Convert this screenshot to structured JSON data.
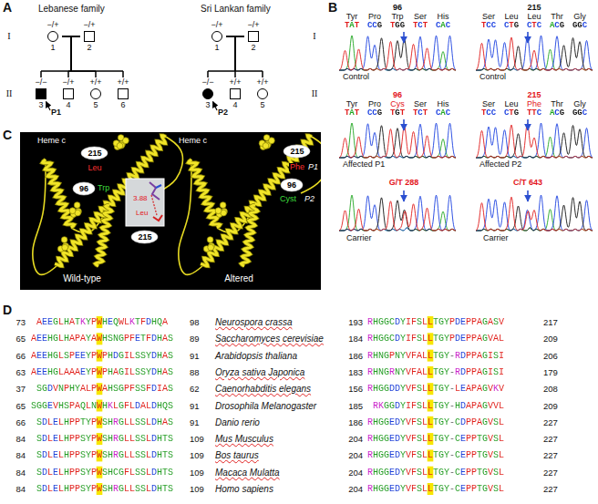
{
  "diagram": {
    "nodes": [
      {
        "text": [
          "−/+",
          "1"
        ]
      },
      {
        "text": [
          "−/+",
          "2"
        ]
      },
      {
        "text": [
          "−/−",
          "3"
        ]
      },
      {
        "text": [
          "−/+",
          "4"
        ]
      },
      {
        "text": [
          "+/+",
          "5"
        ]
      },
      {
        "text": [
          "+/+",
          "6"
        ]
      },
      {
        "text": [
          "−/+",
          "1"
        ]
      },
      {
        "text": [
          "−/+",
          "2"
        ]
      },
      {
        "text": [
          "−/−",
          "3"
        ]
      },
      {
        "text": [
          "+/+",
          "4"
        ]
      },
      {
        "text": [
          "+/+",
          "5"
        ]
      },
      {
        "text": [
          "215"
        ]
      },
      {
        "text": [
          "96"
        ]
      },
      {
        "text": [
          "215"
        ]
      },
      {
        "text": [
          "215"
        ]
      },
      {
        "text": [
          "96"
        ]
      }
    ],
    "edges": [
      {
        "from": 0,
        "to": 1,
        "arrow": "none"
      },
      {
        "from": 0,
        "to": 2,
        "arrow": "none"
      },
      {
        "from": 0,
        "to": 3,
        "arrow": "none"
      },
      {
        "from": 0,
        "to": 4,
        "arrow": "none"
      },
      {
        "from": 0,
        "to": 5,
        "arrow": "none"
      },
      {
        "from": 1,
        "to": 2,
        "arrow": "none"
      },
      {
        "from": 1,
        "to": 3,
        "arrow": "none"
      },
      {
        "from": 1,
        "to": 4,
        "arrow": "none"
      },
      {
        "from": 1,
        "to": 5,
        "arrow": "none"
      },
      {
        "from": 6,
        "to": 7,
        "arrow": "none"
      },
      {
        "from": 6,
        "to": 8,
        "arrow": "none"
      },
      {
        "from": 6,
        "to": 9,
        "arrow": "none"
      },
      {
        "from": 6,
        "to": 10,
        "arrow": "none"
      },
      {
        "from": 7,
        "to": 8,
        "arrow": "none"
      },
      {
        "from": 7,
        "to": 9,
        "arrow": "none"
      },
      {
        "from": 7,
        "to": 10,
        "arrow": "none"
      }
    ],
    "labels": [
      "A",
      "Lebanese family",
      "Sri Lankan family",
      "I",
      "II",
      "I",
      "II",
      "P1",
      "P2",
      "B",
      "96",
      "Tyr",
      "Pro",
      "Trp",
      "Ser",
      "His",
      "TAT",
      "CCG",
      "TGG",
      "TCT",
      "CAC",
      "Control",
      "215",
      "Ser",
      "Leu",
      "Leu",
      "Thr",
      "Gly",
      "TCC",
      "CTG",
      "CTC",
      "ACG",
      "GGC",
      "Control",
      "96",
      "Tyr",
      "Pro",
      "Cys",
      "Ser",
      "His",
      "TAT",
      "CCG",
      "TGT",
      "TCT",
      "CAC",
      "Affected P1",
      "215",
      "Ser",
      "Leu",
      "Phe",
      "Thr",
      "Gly",
      "TCC",
      "CTG",
      "TTC",
      "ACG",
      "GGC",
      "Affected P2",
      "G/T 288",
      "Carrier",
      "C/T 643",
      "Carrier",
      "C",
      "Heme c",
      "Leu",
      "Trp",
      "3.88",
      "Leu",
      "Wild-type",
      "Heme c",
      "Phe",
      "P1",
      "Cyst",
      "P2",
      "Altered",
      "D",
      "73",
      "AEEGLHATKYPWHEQWLKTFDHQA",
      "98",
      "Neurospora crassa",
      "193",
      "RHGGCDYIFSLLTGYPDEPPAGASV",
      "217",
      "65",
      "AEEHGLHAPAYAWHSNGPFETFDHAS",
      "89",
      "Saccharomyces cerevisiae",
      "184",
      "RHGGCDYIFSLLTGYPDEPPAGVAL",
      "209",
      "66",
      "AEEHGLSPEEYPWPHDGILSSYDHAS",
      "91",
      "Arabidopsis thaliana",
      "186",
      "RHNGPNYVFALLTGY-RDPPAGISI",
      "206",
      "63",
      "AEEHGLAAAEYPWPHAGILSSYDHAS",
      "88",
      "Oryza sativa Japonica",
      "183",
      "RHNGRNYVFALLTGY-RDPPAGISI",
      "179",
      "37",
      "SGDVNPHYALPWAHSGPFSSFDIAS",
      "62",
      "Caenorhabditis elegans",
      "156",
      "RHGGDDYVFSLLTGY-LEAPAGVKV",
      "208",
      "65",
      "SGGEVHSPAQLNWHKLGFLDALDHQS",
      "91",
      "Drosophila Melanogaster",
      "185",
      "RKGGDYIFSLLTGY-HDAPAGVVL",
      "209",
      "66",
      "SDLELHPPTYPWSHRGLLSSLDHAS",
      "91",
      "Danio rerio",
      "186",
      "RHGGEDYVFSLLTGY-CDPPAGVSL",
      "227",
      "84",
      "SDLELHPPSYPWSHRGLLSSLDHTS",
      "109",
      "Mus Musculus",
      "204",
      "RHGGEDYVFSLLTGY-CEPPTGVSL",
      "227",
      "84",
      "SDLELHPPSYPWSHRGLLSSLDHTS",
      "109",
      "Bos taurus",
      "204",
      "RHGGEDYVFSLLTGY-CEPPTGVSL",
      "227",
      "84",
      "SDLELHPPSYPWSHCGFLSSLDHTS",
      "109",
      "Macaca Mulatta",
      "204",
      "RHGGEDYVFSLLTGY-CEPPTGVSL",
      "227",
      "84",
      "SDLELHPPSYPWSHRGLLSSLDHTS",
      "109",
      "Homo sapiens",
      "204",
      "RHGGEDYVFSLLTGY-CEPPTGVSL",
      "227"
    ]
  }
}
